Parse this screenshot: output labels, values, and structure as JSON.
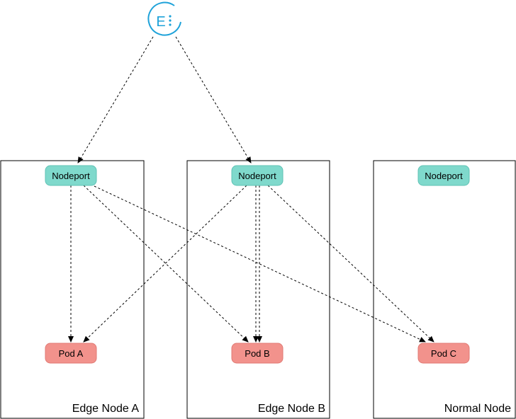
{
  "colors": {
    "nodeport_fill": "#7fd9cc",
    "pod_fill": "#f2928c",
    "icon_stroke": "#1ea2d9",
    "edge": "#000000",
    "box_stroke": "#000000"
  },
  "icon": {
    "name": "endpoint-icon",
    "glyph": "E"
  },
  "nodes": [
    {
      "id": "edge-a",
      "label": "Edge Node A",
      "nodeport_label": "Nodeport",
      "pod_label": "Pod A"
    },
    {
      "id": "edge-b",
      "label": "Edge Node B",
      "nodeport_label": "Nodeport",
      "pod_label": "Pod B"
    },
    {
      "id": "normal",
      "label": "Normal Node",
      "nodeport_label": "Nodeport",
      "pod_label": "Pod C"
    }
  ]
}
